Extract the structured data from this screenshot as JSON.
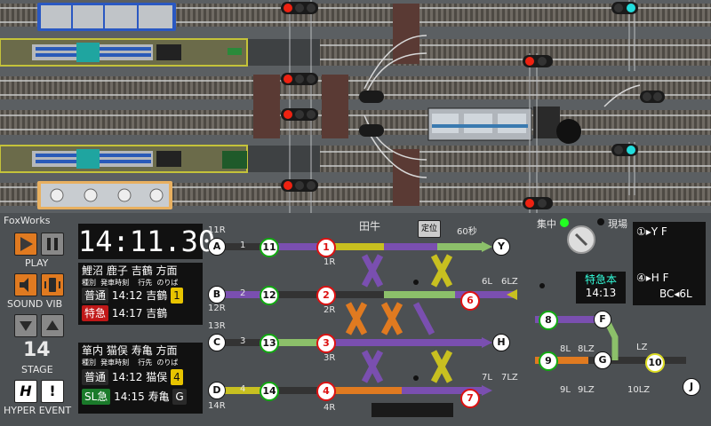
{
  "brand": "FoxWorks",
  "clock": "14:11.30",
  "controls": {
    "play_label": "PLAY",
    "sound_label": "SOUND VIB",
    "stage_value": "14",
    "stage_label": "STAGE",
    "hyper_label": "HYPER EVENT",
    "hyper_h": "H",
    "hyper_ex": "!"
  },
  "board1": {
    "stations": [
      "鯉沼",
      "鹿子",
      "吉鶴",
      "方面"
    ],
    "sub": [
      "種別",
      "発車時刻",
      "行先",
      "のりば"
    ],
    "rows": [
      {
        "type": "普通",
        "time": "14:12",
        "dest": "吉鶴",
        "track": "1",
        "type_color": "#2a2a2a",
        "track_color": "#e8c400"
      },
      {
        "type": "特急",
        "time": "14:17",
        "dest": "吉鶴",
        "track": "",
        "type_color": "#c01818",
        "track_color": "#2a2a2a"
      }
    ]
  },
  "board2": {
    "stations": [
      "箪内",
      "猫俣",
      "寿亀",
      "方面"
    ],
    "sub": [
      "種別",
      "発車時刻",
      "行先",
      "のりば"
    ],
    "rows": [
      {
        "type": "普通",
        "time": "14:12",
        "dest": "猫俣",
        "track": "4",
        "type_color": "#2a2a2a",
        "track_color": "#e8c400"
      },
      {
        "type": "SL急",
        "time": "14:15",
        "dest": "寿亀",
        "track": "G",
        "type_color": "#1a7a2a",
        "track_color": "#2a2a2a"
      }
    ]
  },
  "diagram": {
    "station_name": "田牛",
    "fixed_btn": "定位",
    "timer": "60秒",
    "mode_central": "集中",
    "mode_local": "現場",
    "express_label": "特急本",
    "express_time": "14:13",
    "right_panel": {
      "line1": "①▸Y F",
      "line2": "④▸H F",
      "line3": "BC◂6L"
    },
    "left_ports": [
      "A",
      "B",
      "C",
      "D"
    ],
    "right_ports": [
      "Y",
      "H",
      "F",
      "G",
      "J"
    ],
    "route_labels": [
      "11R",
      "12R",
      "13R",
      "14R"
    ],
    "track_nums": [
      "1",
      "2",
      "3",
      "4"
    ],
    "signals": [
      "1",
      "2",
      "3",
      "4",
      "6",
      "7",
      "8",
      "9",
      "10",
      "11",
      "12",
      "13",
      "14"
    ],
    "sub_routes": [
      "1R",
      "2R",
      "3R",
      "4R",
      "6L",
      "6LZ",
      "7L",
      "7LZ",
      "8L",
      "8LZ",
      "9L",
      "9LZ",
      "10LZ",
      "LZ"
    ]
  },
  "colors": {
    "track_purple": "#7a4fb0",
    "track_yellow": "#c8c020",
    "track_orange": "#e07a20",
    "track_green": "#8cc06a",
    "track_red": "#c01818"
  }
}
